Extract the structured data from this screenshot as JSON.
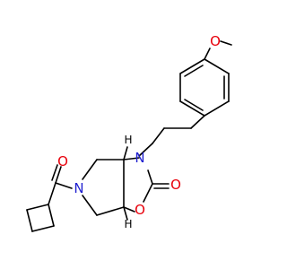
{
  "molecule": {
    "atom_labels": {
      "o_methoxy": "O",
      "n_ring": "N",
      "n_amide": "N",
      "o_ketone": "O",
      "o_carbonyl": "O",
      "o_ring": "O",
      "h_top": "H",
      "h_bottom": "H"
    },
    "colors": {
      "bond": "#000000",
      "oxygen": "#e8000b",
      "nitrogen": "#2020d0",
      "background": "#ffffff"
    }
  }
}
